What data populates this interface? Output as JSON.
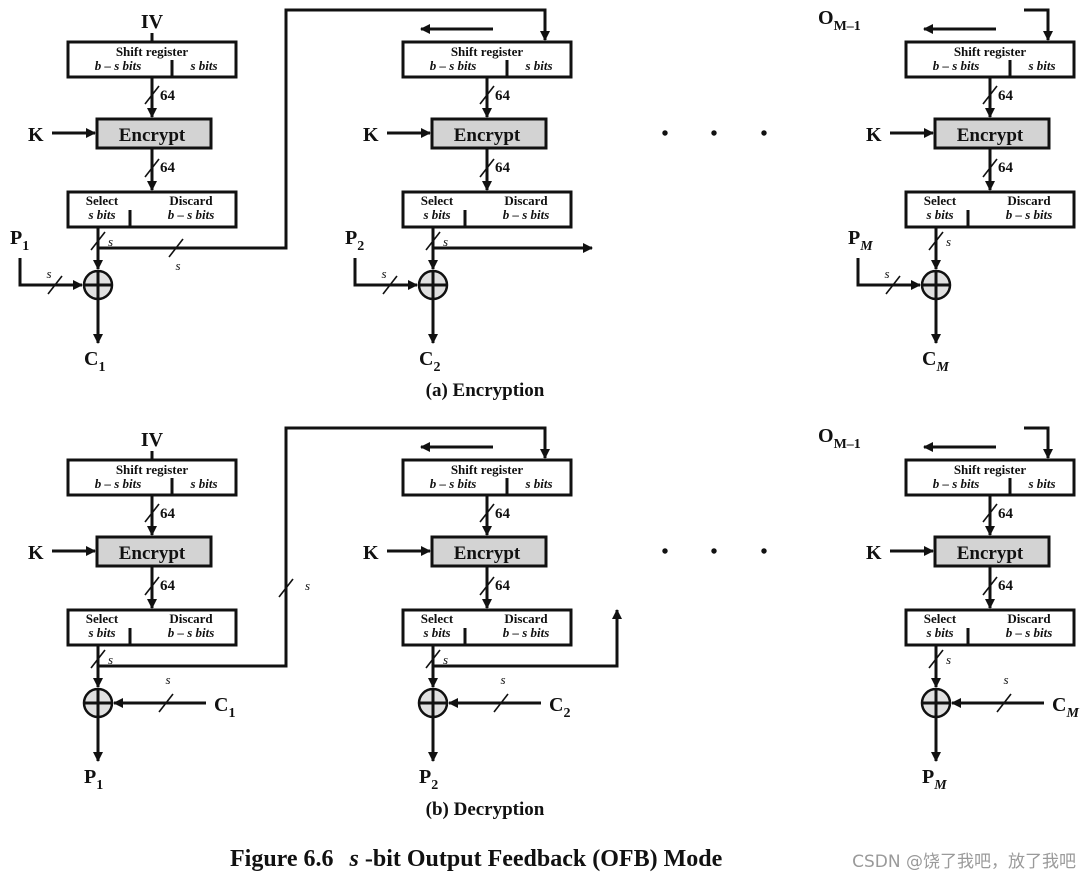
{
  "figure": {
    "number": "Figure 6.6",
    "title_var": "s",
    "title_rest": "-bit Output Feedback (OFB) Mode"
  },
  "watermark": "CSDN @饶了我吧，放了我吧",
  "boxes": {
    "shift_register": "Shift register",
    "left_bits": "b – s bits",
    "right_bits": "s bits",
    "select": "Select",
    "select_bits": "s bits",
    "discard": "Discard",
    "discard_bits": "b – s bits",
    "encrypt": "Encrypt"
  },
  "labels": {
    "iv": "IV",
    "key": "K",
    "o_prev_main": "O",
    "o_prev_sub": "M–1",
    "width_64": "64",
    "width_s": "s",
    "dots": "•"
  },
  "encryption": {
    "caption": "(a) Encryption",
    "inputs": [
      {
        "main": "P",
        "sub": "1"
      },
      {
        "main": "P",
        "sub": "2"
      },
      {
        "main": "P",
        "sub": "M"
      }
    ],
    "outputs": [
      {
        "main": "C",
        "sub": "1"
      },
      {
        "main": "C",
        "sub": "2"
      },
      {
        "main": "C",
        "sub": "M"
      }
    ]
  },
  "decryption": {
    "caption": "(b) Decryption",
    "inputs": [
      {
        "main": "C",
        "sub": "1"
      },
      {
        "main": "C",
        "sub": "2"
      },
      {
        "main": "C",
        "sub": "M"
      }
    ],
    "outputs": [
      {
        "main": "P",
        "sub": "1"
      },
      {
        "main": "P",
        "sub": "2"
      },
      {
        "main": "P",
        "sub": "M"
      }
    ]
  },
  "colors": {
    "line": "#111111",
    "encrypt_fill": "#d3d3d3",
    "xor_fill": "#e0e0e0",
    "background": "#ffffff"
  }
}
